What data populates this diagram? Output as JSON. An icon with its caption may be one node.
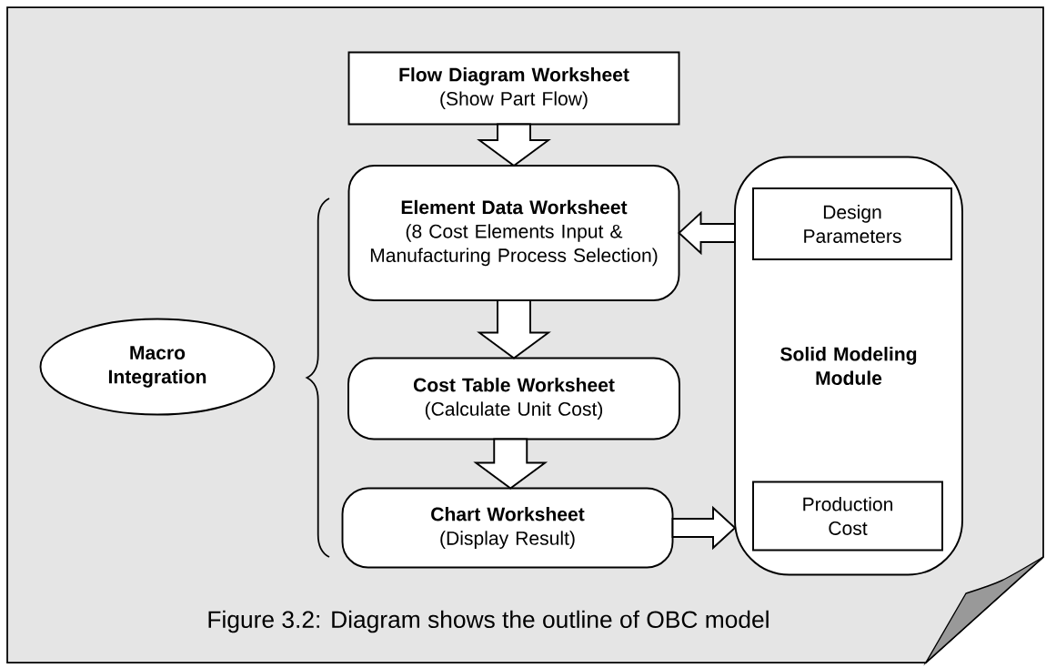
{
  "diagram": {
    "caption": "Figure 3.2: Diagram shows the outline of OBC model",
    "nodes": [
      {
        "text": [
          "Flow Diagram Worksheet",
          "(Show Part Flow)"
        ]
      },
      {
        "text": [
          "Element Data Worksheet",
          "(8 Cost Elements Input & Manufacturing Process Selection)"
        ]
      },
      {
        "text": [
          "Cost Table Worksheet",
          "(Calculate Unit Cost)"
        ]
      },
      {
        "text": [
          "Chart Worksheet",
          "(Display Result)"
        ]
      },
      {
        "text": [
          "Macro Integration"
        ]
      },
      {
        "text": [
          "Solid Modeling Module"
        ]
      },
      {
        "text": [
          "Design Parameters"
        ],
        "in": 5
      },
      {
        "text": [
          "Production Cost"
        ],
        "in": 5
      }
    ],
    "edges": [
      {
        "from": 0,
        "to": 1,
        "arrow": "to"
      },
      {
        "from": 1,
        "to": 2,
        "arrow": "to"
      },
      {
        "from": 2,
        "to": 3,
        "arrow": "to"
      },
      {
        "from": 5,
        "to": 1,
        "arrow": "to"
      },
      {
        "from": 3,
        "to": 5,
        "arrow": "to"
      }
    ]
  }
}
